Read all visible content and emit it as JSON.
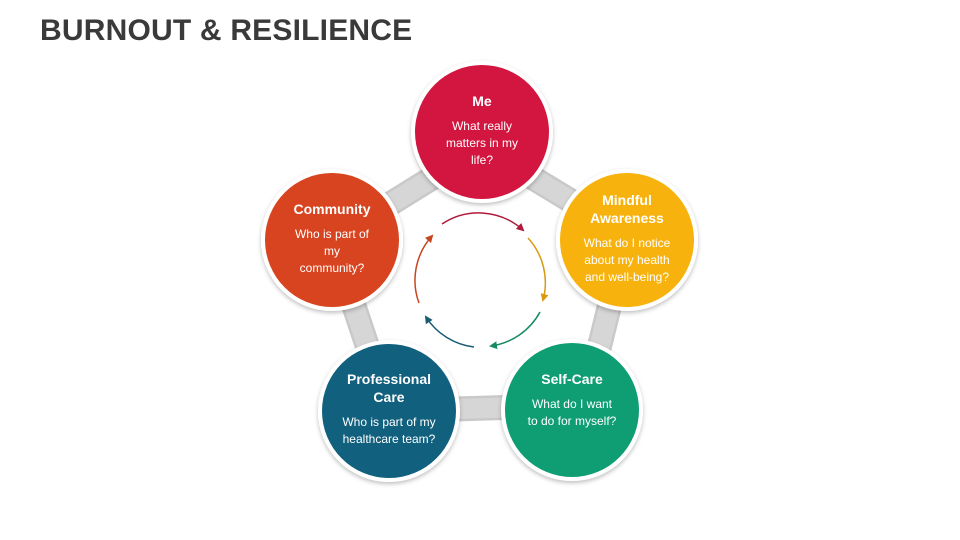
{
  "title": "BURNOUT & RESILIENCE",
  "colors": {
    "ring": "#d3d3d3",
    "title": "#3a3a3a"
  },
  "nodes": [
    {
      "id": "me",
      "heading": "Me",
      "body": "What really matters in my life?",
      "color": "#d3163f"
    },
    {
      "id": "mindful-awareness",
      "heading": "Mindful Awareness",
      "body": "What do I notice about my health and well-being?",
      "color": "#f8b20e"
    },
    {
      "id": "self-care",
      "heading": "Self-Care",
      "body": "What do I want to do for myself?",
      "color": "#0f9d73"
    },
    {
      "id": "professional-care",
      "heading": "Professional Care",
      "body": "Who is part of my healthcare team?",
      "color": "#11607e"
    },
    {
      "id": "community",
      "heading": "Community",
      "body": "Who is part of my community?",
      "color": "#d8441f"
    }
  ]
}
